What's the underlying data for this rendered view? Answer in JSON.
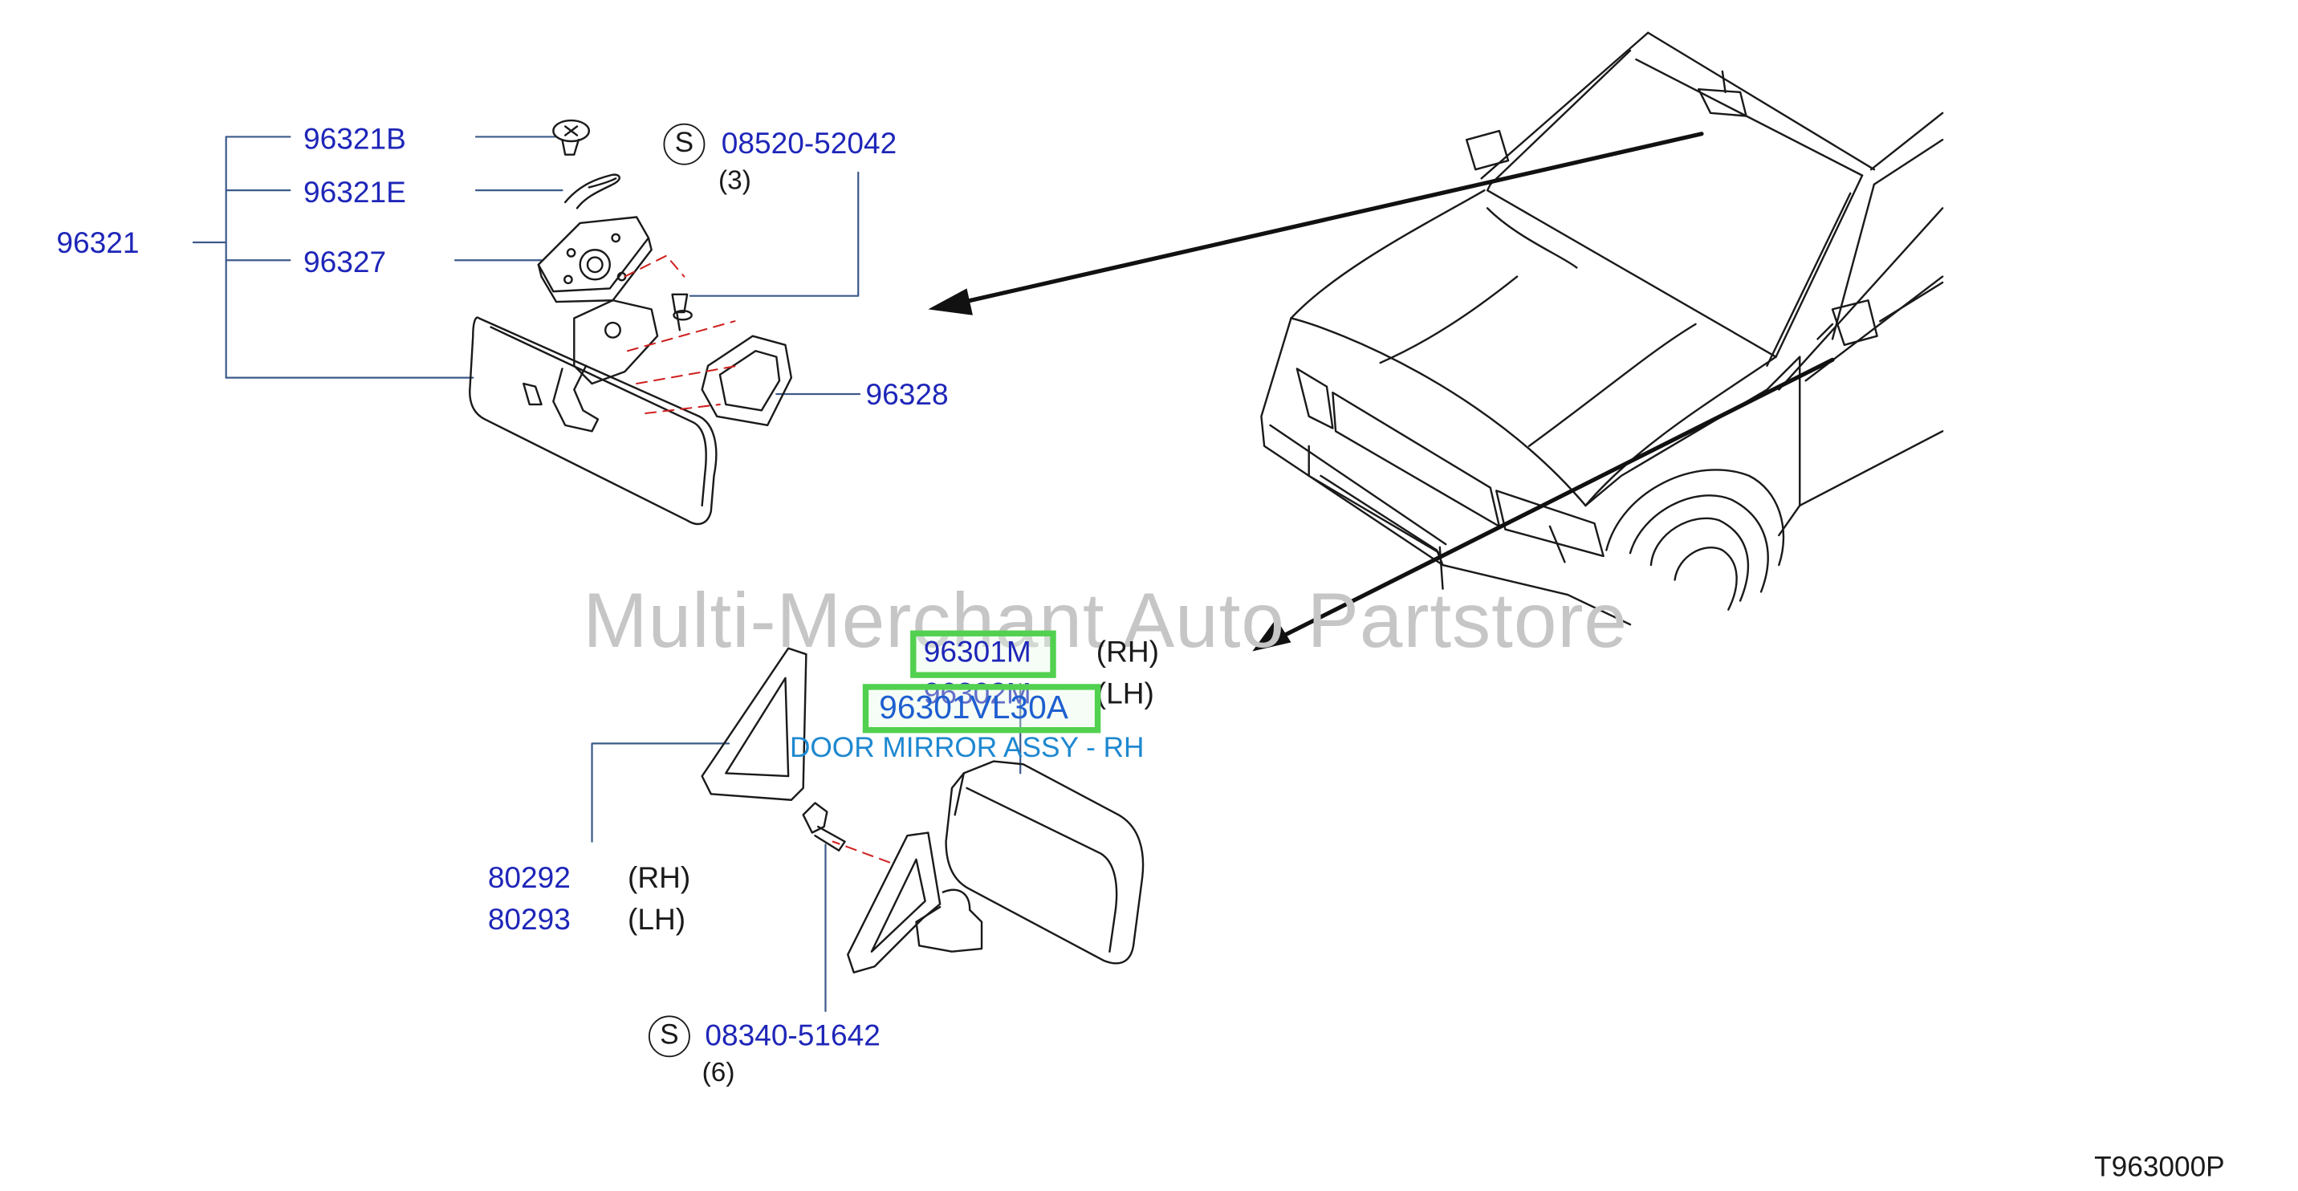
{
  "watermark": "Multi-Merchant Auto Partstore",
  "diagram_code": "T963000P",
  "inner_mirror": {
    "assembly": "96321",
    "items": [
      {
        "part": "96321B"
      },
      {
        "part": "96321E"
      },
      {
        "part": "96327"
      },
      {
        "part": "96328"
      }
    ],
    "screw": {
      "symbol": "S",
      "part": "08520-52042",
      "qty": "(3)"
    }
  },
  "door_mirror": {
    "rh_part": "96301M",
    "rh_side": "(RH)",
    "lh_part": "96302M",
    "lh_side": "(LH)",
    "selected_part": "96301VL30A",
    "selected_desc": "DOOR MIRROR ASSY - RH"
  },
  "cover": {
    "rh_part": "80292",
    "rh_side": "(RH)",
    "lh_part": "80293",
    "lh_side": "(LH)"
  },
  "bolt": {
    "symbol": "S",
    "part": "08340-51642",
    "qty": "(6)"
  },
  "colors": {
    "part_number": "#1e26b8",
    "highlight": "#52d04f",
    "leader": "#4a6fa5",
    "watermark": "#c6c6c6"
  }
}
